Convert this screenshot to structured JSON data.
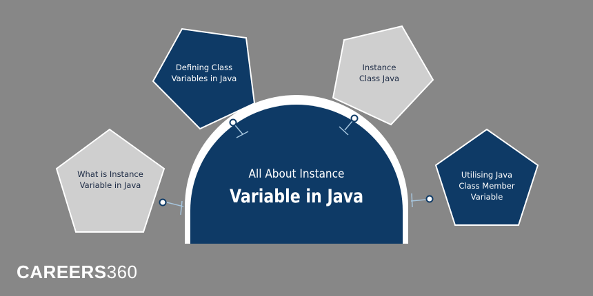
{
  "center": {
    "title_line1": "All About Instance",
    "title_line2": "Variable in Java"
  },
  "topics": [
    {
      "id": "what-is",
      "text": "What is Instance\nVariable in Java",
      "style": "light"
    },
    {
      "id": "defining",
      "text": "Defining Class\nVariables in Java",
      "style": "dark"
    },
    {
      "id": "instance-class",
      "text": "Instance\nClass Java",
      "style": "light"
    },
    {
      "id": "utilising",
      "text": "Utilising Java\nClass Member\nVariable",
      "style": "dark"
    }
  ],
  "logo": {
    "bold": "CAREERS",
    "thin": "360"
  },
  "colors": {
    "background": "#878787",
    "navy": "#0e3a66",
    "light_gray": "#cfcfcf",
    "connector": "#a7c6de"
  }
}
